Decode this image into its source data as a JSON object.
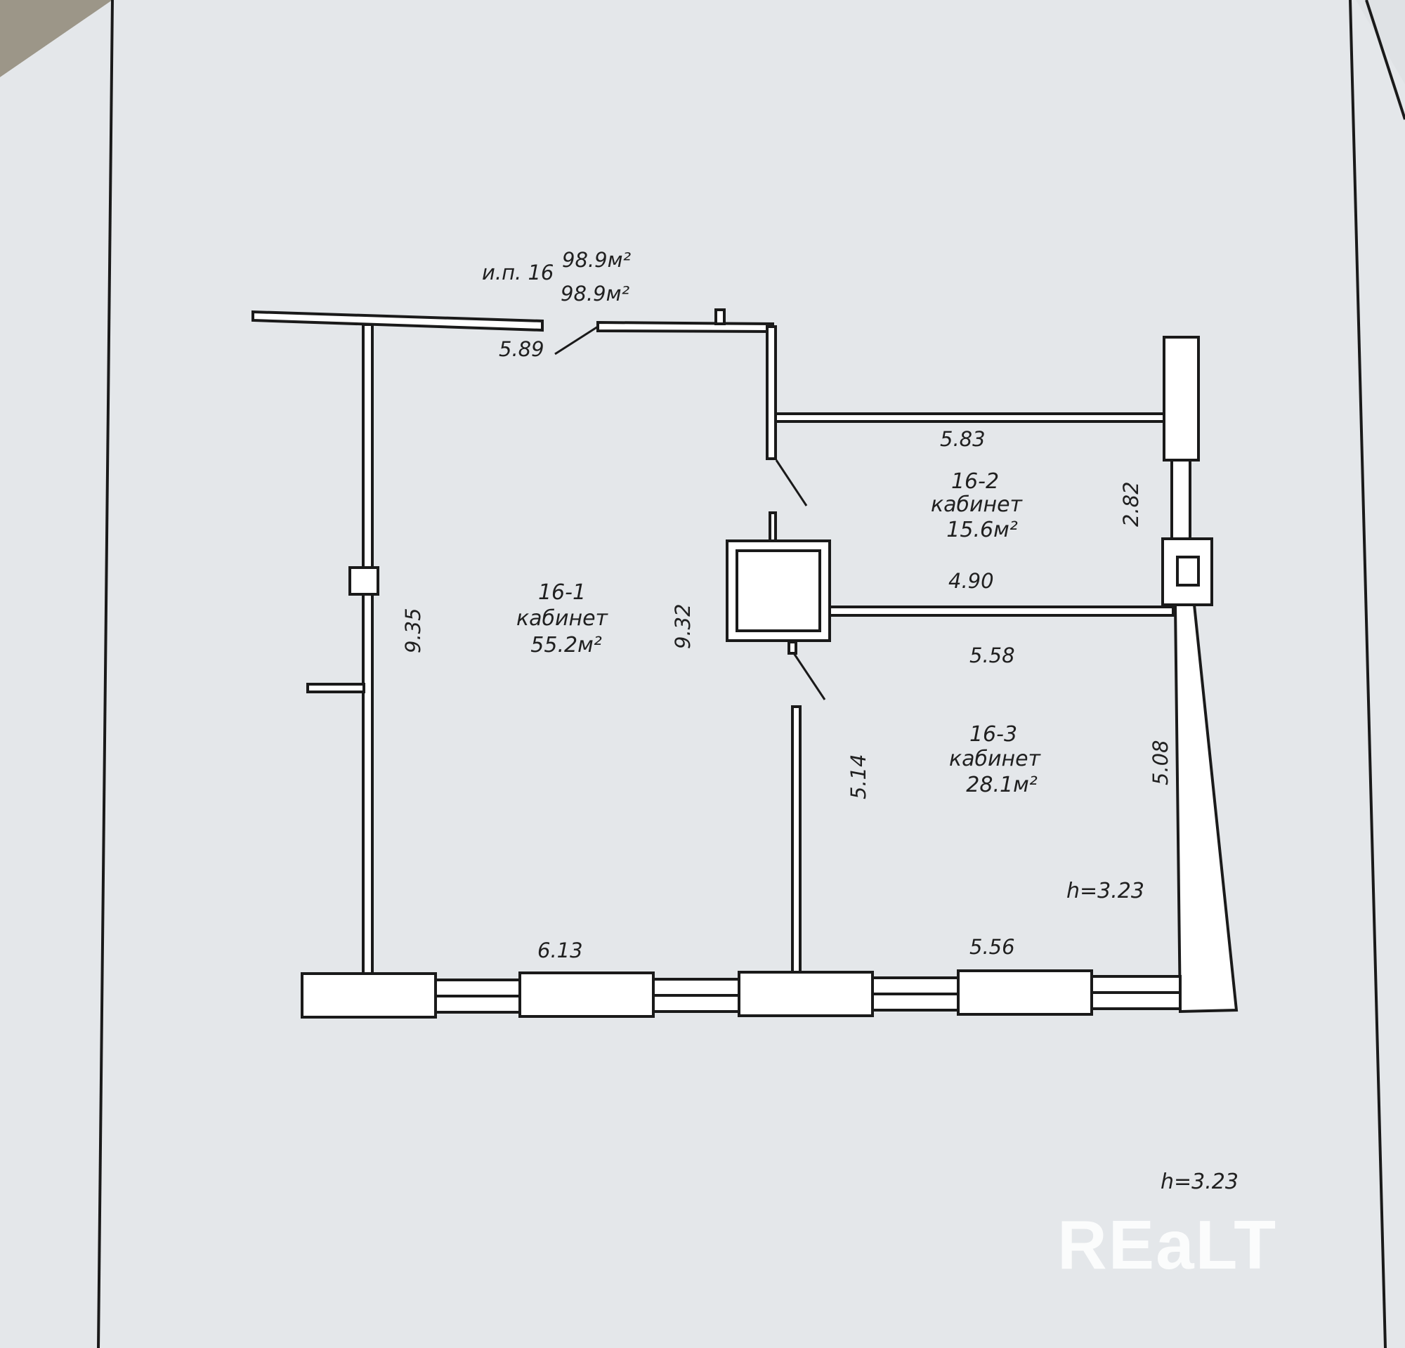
{
  "header": {
    "unit_label": "и.п. 16",
    "area_total": "98.9м²",
    "area_useful": "98.9м²"
  },
  "rooms": [
    {
      "number": "16-1",
      "type": "кабинет",
      "area": "55.2м²"
    },
    {
      "number": "16-2",
      "type": "кабинет",
      "area": "15.6м²"
    },
    {
      "number": "16-3",
      "type": "кабинет",
      "area": "28.1м²"
    }
  ],
  "dimensions": {
    "top_left_wall": "5.89",
    "room2_top": "5.83",
    "room2_right": "2.82",
    "room2_bottom": "4.90",
    "room1_left": "9.35",
    "room1_right": "9.32",
    "room3_top": "5.58",
    "room3_left": "5.14",
    "room3_right": "5.08",
    "bottom_left": "6.13",
    "bottom_right": "5.56"
  },
  "ceiling_height_room": "h=3.23",
  "ceiling_height_sheet": "h=3.23",
  "watermark": "REaLT",
  "colors": {
    "paper": "#e4e7ea",
    "ink": "#1a1a1a",
    "background": "#9c9688"
  }
}
